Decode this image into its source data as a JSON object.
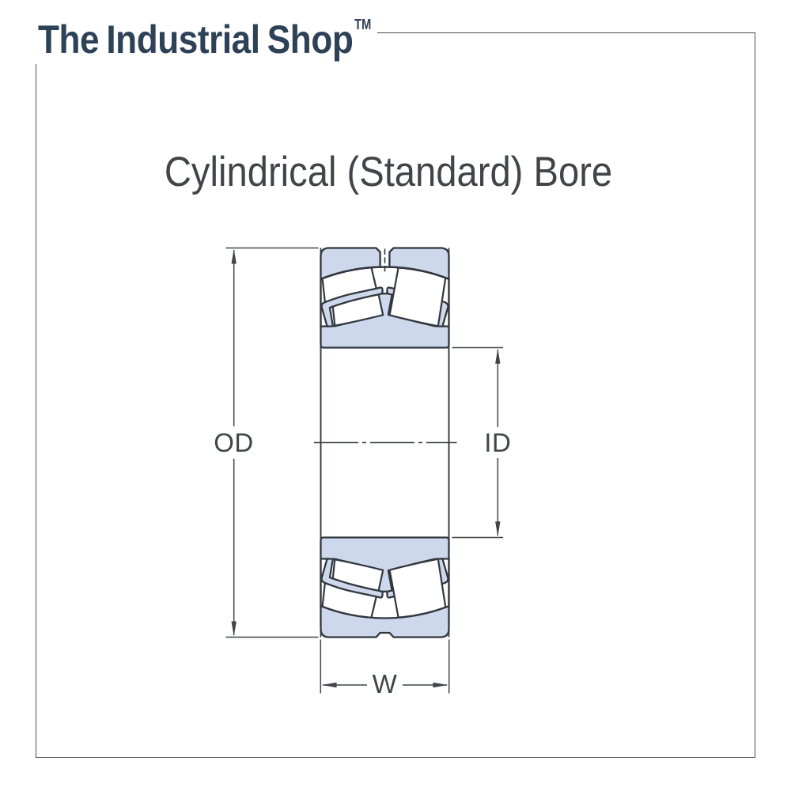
{
  "logo": {
    "brand": "The Industrial Shop",
    "trademark": "TM"
  },
  "title": "Cylindrical (Standard) Bore",
  "diagram": {
    "type": "spherical-roller-bearing-cross-section",
    "labels": {
      "outer_diameter": "OD",
      "inner_diameter": "ID",
      "width": "W"
    }
  },
  "theme": {
    "brand_color": "#2d4157",
    "title_color": "#414549",
    "ring_fill": "#cdd8ec",
    "line_color": "#32373d",
    "dimension_color": "#41454a",
    "frame_color": "#4a4d52",
    "background": "#ffffff"
  }
}
